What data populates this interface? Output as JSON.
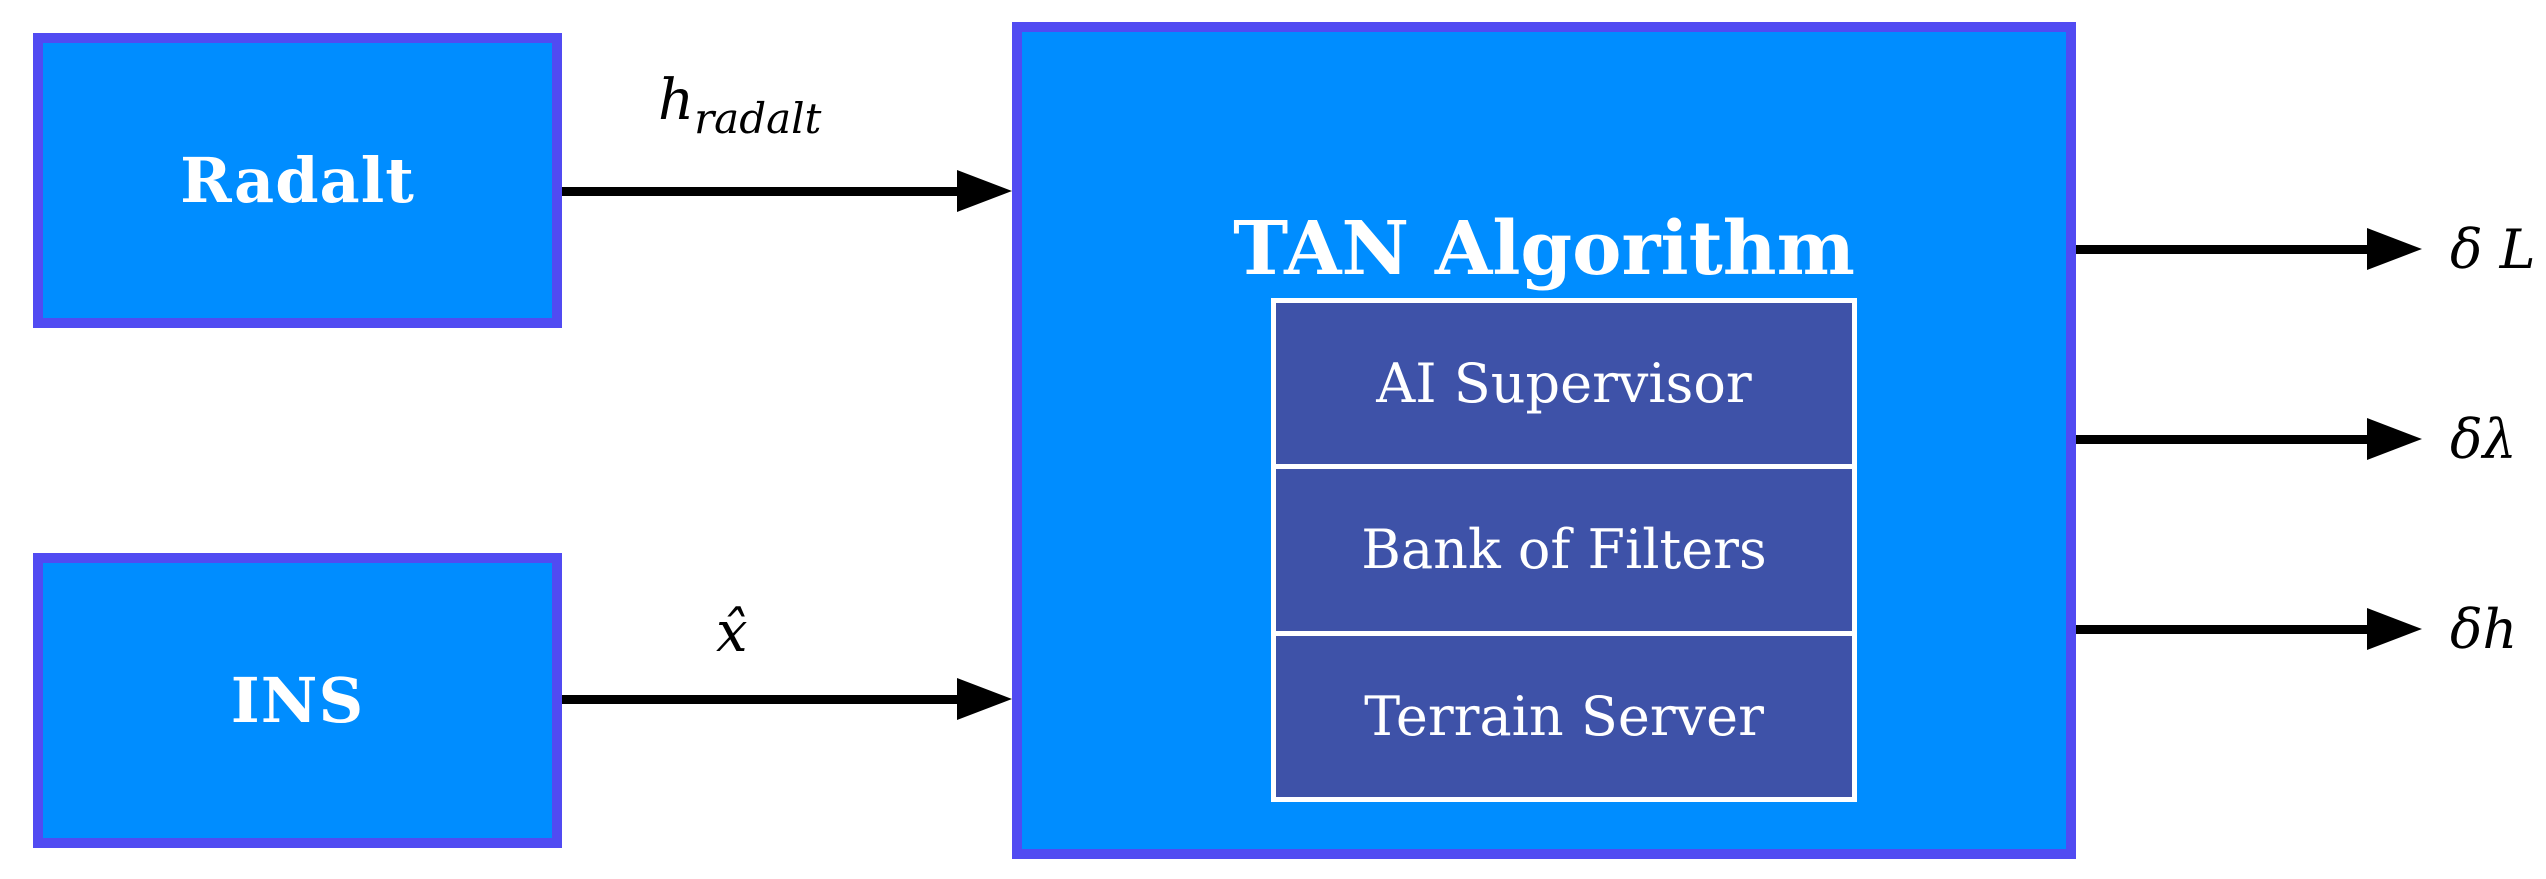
{
  "diagram": {
    "boxes": {
      "radalt": {
        "label": "Radalt"
      },
      "ins": {
        "label": "INS"
      },
      "tan": {
        "title": "TAN Algorithm",
        "components": [
          {
            "label": "AI Supervisor"
          },
          {
            "label": "Bank of Filters"
          },
          {
            "label": "Terrain Server"
          }
        ]
      }
    },
    "inputs": [
      {
        "from": "Radalt",
        "to": "TAN Algorithm",
        "label_main": "h",
        "label_sub": "radalt"
      },
      {
        "from": "INS",
        "to": "TAN Algorithm",
        "label": "x̂"
      }
    ],
    "outputs": [
      {
        "label": "δ L"
      },
      {
        "label": "δλ"
      },
      {
        "label": "δh"
      }
    ],
    "colors": {
      "background": "#ffffff",
      "box_fill": "#008DFF",
      "box_border": "#514BF2",
      "inner_fill": "#3E52A8",
      "inner_border": "#ffffff",
      "arrow": "#000000",
      "text": "#ffffff",
      "label_text": "#000000"
    }
  }
}
